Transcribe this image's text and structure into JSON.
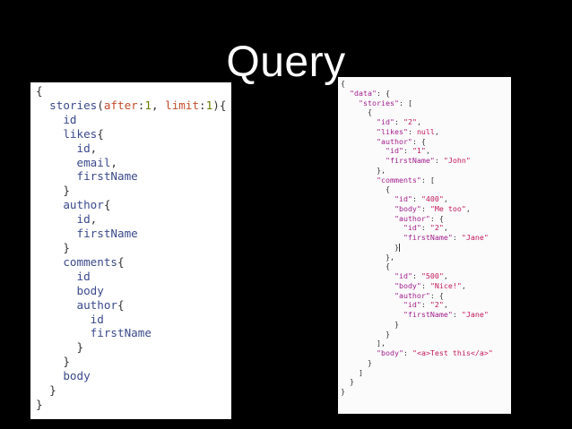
{
  "slide": {
    "title": "Query"
  },
  "query": {
    "open_brace": "{",
    "root_field": "stories",
    "arg1_name": "after",
    "arg1_value": "1",
    "arg2_name": "limit",
    "arg2_value": "1",
    "fields": {
      "id": "id",
      "likes": "likes",
      "email": "email",
      "firstName": "firstName",
      "author": "author",
      "comments": "comments",
      "body": "body"
    },
    "close_brace": "}"
  },
  "result": {
    "keys": {
      "data": "\"data\"",
      "stories": "\"stories\"",
      "id": "\"id\"",
      "likes": "\"likes\"",
      "author": "\"author\"",
      "firstName": "\"firstName\"",
      "comments": "\"comments\"",
      "body": "\"body\""
    },
    "values": {
      "story_id": "\"2\"",
      "likes": "null",
      "author_id": "\"1\"",
      "author_name": "\"John\"",
      "comment1_id": "\"400\"",
      "comment1_body": "\"Me too\"",
      "comment1_author_id": "\"2\"",
      "comment1_author_name": "\"Jane\"",
      "comment2_id": "\"500\"",
      "comment2_body": "\"Nice!\"",
      "comment2_author_id": "\"2\"",
      "comment2_author_name": "\"Jane\"",
      "story_body": "\"<a>Test this</a>\""
    }
  }
}
